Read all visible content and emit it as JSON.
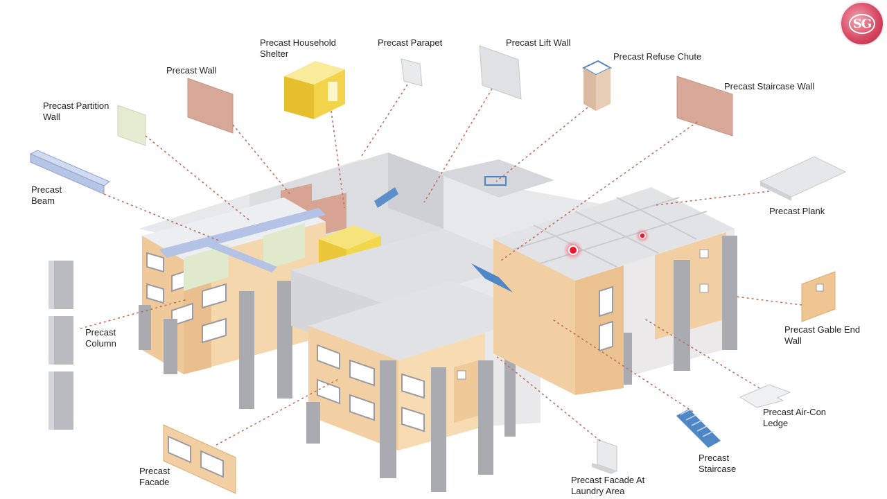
{
  "labels": {
    "household_shelter": [
      "Precast Household",
      "Shelter"
    ],
    "parapet": [
      "Precast Parapet"
    ],
    "lift_wall": [
      "Precast Lift Wall"
    ],
    "refuse_chute": [
      "Precast Refuse Chute"
    ],
    "staircase_wall": [
      "Precast Staircase Wall"
    ],
    "wall": [
      "Precast Wall"
    ],
    "partition_wall": [
      "Precast Partition",
      "Wall"
    ],
    "beam": [
      "Precast",
      "Beam"
    ],
    "plank": [
      "Precast Plank"
    ],
    "column": [
      "Precast",
      "Column"
    ],
    "gable_end_wall": [
      "Precast Gable End",
      "Wall"
    ],
    "aircon_ledge": [
      "Precast Air-Con",
      "Ledge"
    ],
    "facade": [
      "Precast",
      "Facade"
    ],
    "staircase": [
      "Precast",
      "Staircase"
    ],
    "facade_laundry": [
      "Precast Facade At",
      "Laundry Area"
    ]
  },
  "logo": {
    "text": "SG"
  },
  "colors": {
    "leader_line": "#c0705a",
    "panel_wall": "#d8a899",
    "panel_partition": "#e3ecd0",
    "shelter_yellow": "#f0d64a",
    "facade_tan": "#f2cfa3",
    "concrete_grey": "#d4d6da",
    "beam_blue": "#b6c5e6",
    "staircase_blue": "#4f86c6",
    "marker_red": "#e8182d"
  }
}
